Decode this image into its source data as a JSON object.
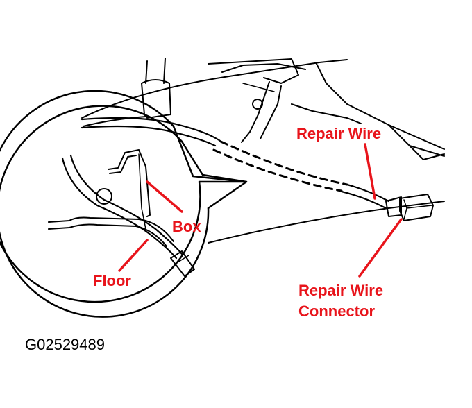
{
  "labels": {
    "repair_wire": "Repair Wire",
    "box": "Box",
    "floor": "Floor",
    "repair_wire_connector_line1": "Repair Wire",
    "repair_wire_connector_line2": "Connector"
  },
  "figure_id": "G02529489",
  "colors": {
    "label": "#e8141b",
    "line": "#000000",
    "background": "#ffffff"
  }
}
